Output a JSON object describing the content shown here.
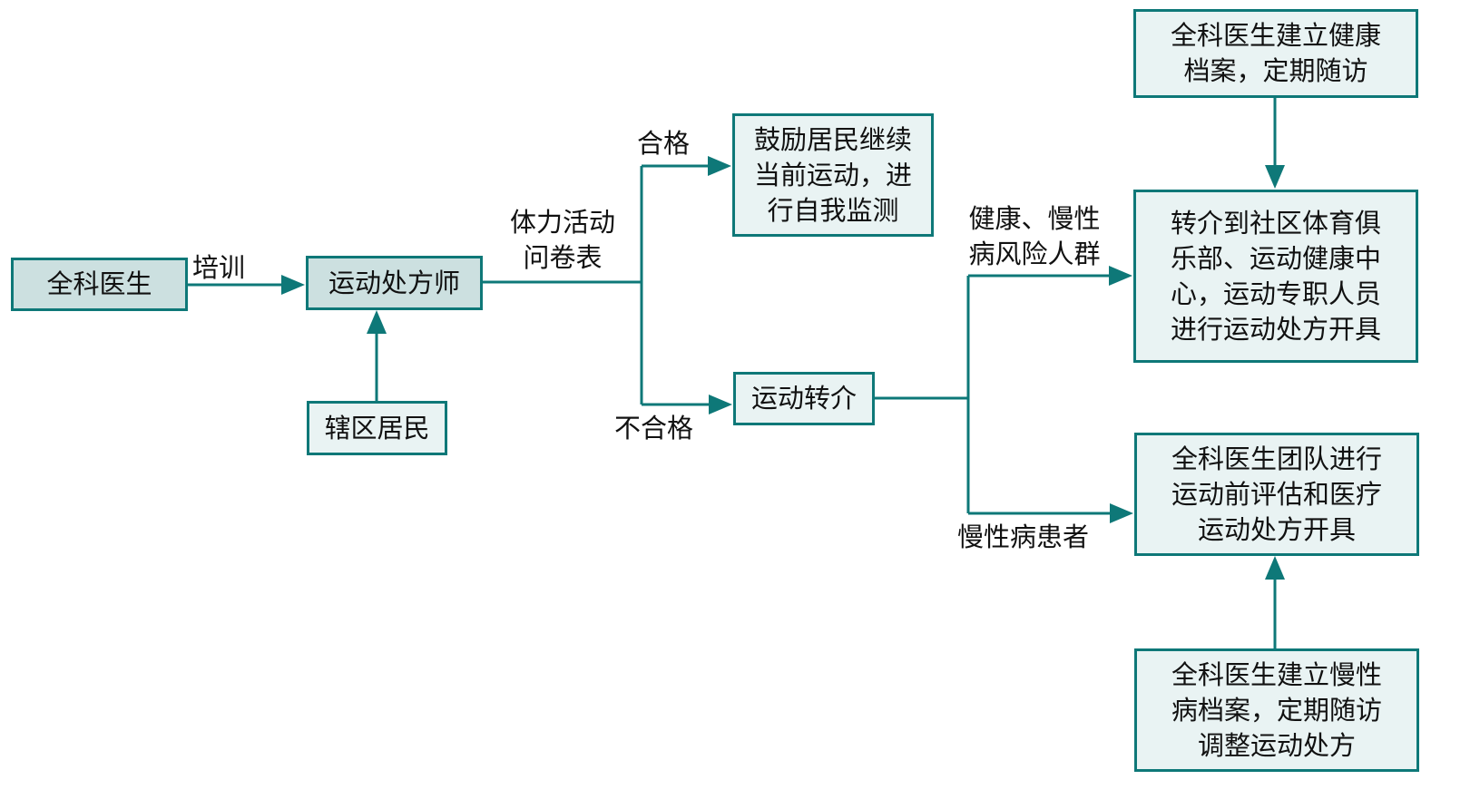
{
  "colors": {
    "stroke": "#0e7878",
    "fill_primary": "#cce0e0",
    "fill_secondary": "#e9f3f3"
  },
  "nodes": {
    "gp": {
      "lines": [
        "全科医生"
      ]
    },
    "prescriber": {
      "lines": [
        "运动处方师"
      ]
    },
    "residents": {
      "lines": [
        "辖区居民"
      ]
    },
    "encourage": {
      "lines": [
        "鼓励居民继续",
        "当前运动，进",
        "行自我监测"
      ]
    },
    "referral": {
      "lines": [
        "运动转介"
      ]
    },
    "health_archive": {
      "lines": [
        "全科医生建立健康",
        "档案，定期随访"
      ]
    },
    "community_referral": {
      "lines": [
        "转介到社区体育俱",
        "乐部、运动健康中",
        "心，运动专职人员",
        "进行运动处方开具"
      ]
    },
    "gp_team": {
      "lines": [
        "全科医生团队进行",
        "运动前评估和医疗",
        "运动处方开具"
      ]
    },
    "chronic_archive": {
      "lines": [
        "全科医生建立慢性",
        "病档案，定期随访",
        "调整运动处方"
      ]
    }
  },
  "edge_labels": {
    "training": [
      "培训"
    ],
    "questionnaire": [
      "体力活动",
      "问卷表"
    ],
    "pass": [
      "合格"
    ],
    "fail": [
      "不合格"
    ],
    "healthy_risk": [
      "健康、慢性",
      "病风险人群"
    ],
    "chronic_patients": [
      "慢性病患者"
    ]
  }
}
